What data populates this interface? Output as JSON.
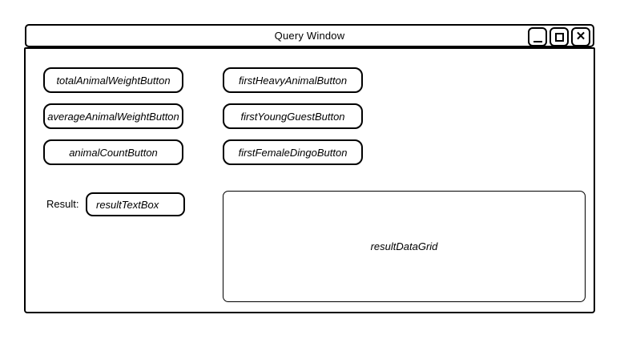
{
  "window": {
    "title": "Query Window",
    "controls": {
      "minimize_icon": "minimize-line",
      "maximize_icon": "maximize-square",
      "close_glyph": "✕"
    }
  },
  "query_buttons": [
    {
      "label": "totalAnimalWeightButton"
    },
    {
      "label": "averageAnimalWeightButton"
    },
    {
      "label": "animalCountButton"
    },
    {
      "label": "firstHeavyAnimalButton"
    },
    {
      "label": "firstYoungGuestButton"
    },
    {
      "label": "firstFemaleDingoButton"
    }
  ],
  "result": {
    "label": "Result:",
    "textbox_label": "resultTextBox"
  },
  "data_grid": {
    "label": "resultDataGrid"
  },
  "colors": {
    "border": "#000000",
    "background": "#ffffff",
    "text": "#000000"
  }
}
